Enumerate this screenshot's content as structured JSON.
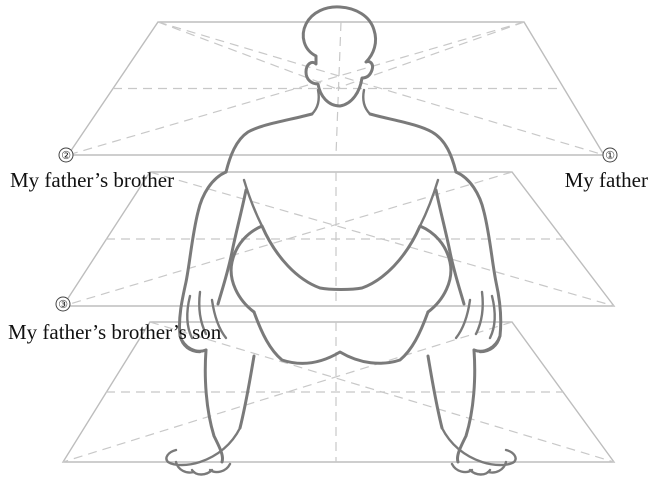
{
  "markers": {
    "one": "①",
    "two": "②",
    "three": "③"
  },
  "labels": {
    "father": "My father",
    "brother": "My father’s brother",
    "son": "My father’s brother’s son"
  },
  "colors": {
    "plane_lines": "#bdbdbd",
    "figure_outline": "#7a7a7a",
    "text": "#111111"
  }
}
